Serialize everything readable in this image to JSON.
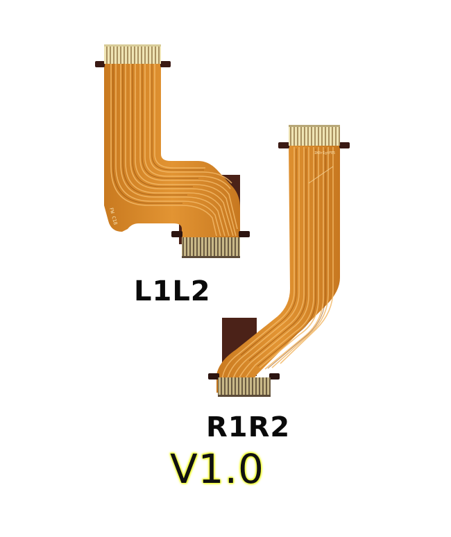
{
  "image": {
    "description": "Product photo of two orange flexible flat cables (ribbon cables) on white background",
    "background_color": "#ffffff",
    "colors": {
      "flex_orange": "#d98a2a",
      "flex_dark": "#b86a18",
      "trace_light": "#f0b860",
      "stiffener_brown": "#4a2418",
      "connector_gold": "#d8c890",
      "connector_dark": "#8a7a58",
      "version_glow": "#f0ff2a"
    }
  },
  "cables": [
    {
      "name": "L1L2",
      "label": "L1L2",
      "shape": "L-shaped cable bending right at the bottom"
    },
    {
      "name": "R1R2",
      "label": "R1R2",
      "shape": "J-shaped cable bending left at the bottom"
    }
  ],
  "labels": {
    "left_cable": "L1L2",
    "right_cable": "R1R2",
    "version": "V1.0"
  }
}
